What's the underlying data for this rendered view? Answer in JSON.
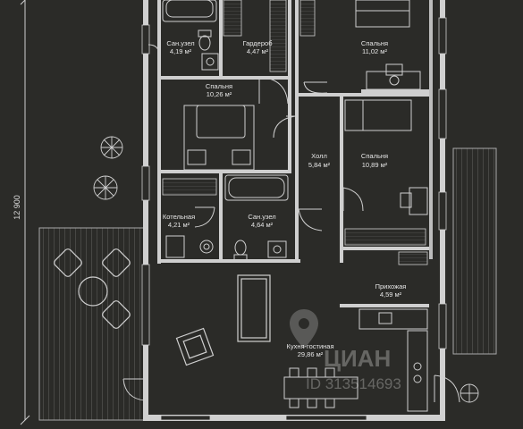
{
  "plan": {
    "dimension": "12 900",
    "rooms": [
      {
        "name": "Сан.узел",
        "area": "4,19 м²"
      },
      {
        "name": "Гардероб",
        "area": "4,47 м²"
      },
      {
        "name": "Спальня",
        "area": "11,02 м²"
      },
      {
        "name": "Спальня",
        "area": "10,26 м²"
      },
      {
        "name": "Холл",
        "area": "5,84 м²"
      },
      {
        "name": "Спальня",
        "area": "10,89 м²"
      },
      {
        "name": "Котельная",
        "area": "4,21 м²"
      },
      {
        "name": "Сан.узел",
        "area": "4,64 м²"
      },
      {
        "name": "Прихожая",
        "area": "4,59 м²"
      },
      {
        "name": "Кухня-гостиная",
        "area": "29,86 м²"
      }
    ]
  },
  "watermark": {
    "brand": "ЦИАН",
    "id_text": "ID 313514693"
  }
}
